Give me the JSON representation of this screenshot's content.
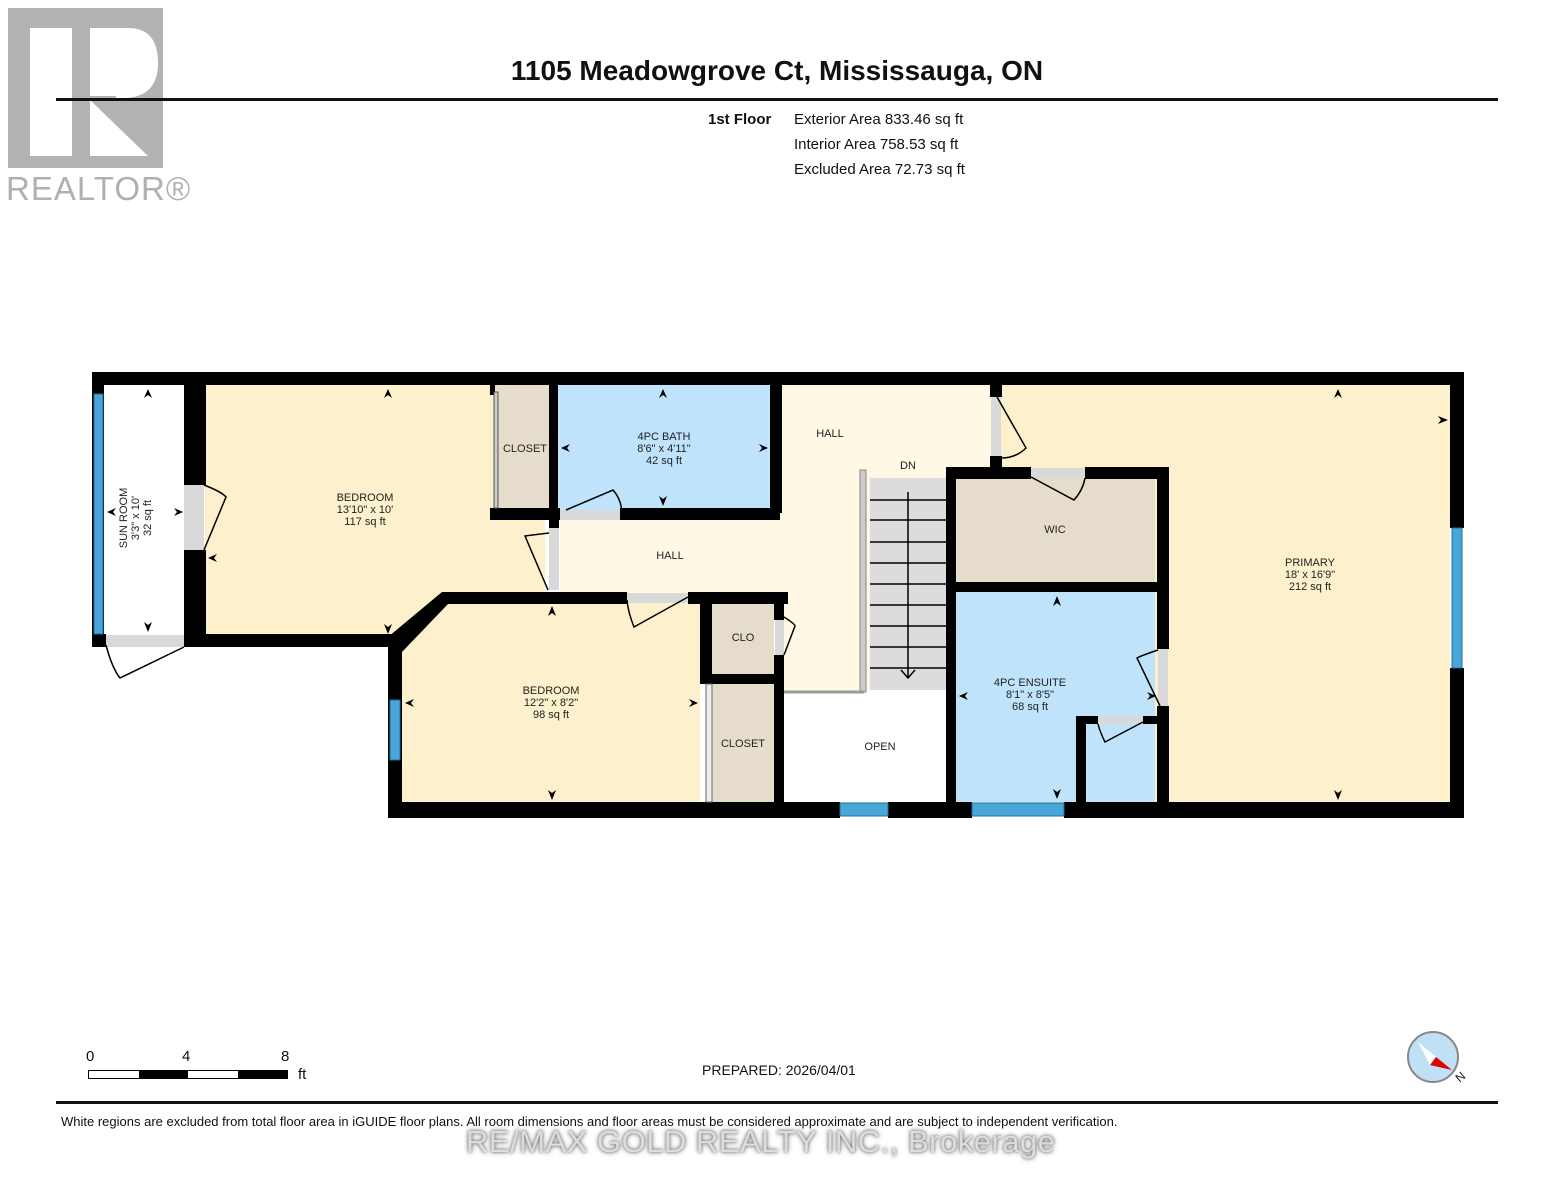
{
  "header": {
    "logo_text": "REALTOR®",
    "title": "1105 Meadowgrove Ct, Mississauga, ON"
  },
  "floor_summary": {
    "floor_name": "1st Floor",
    "exterior_area": "Exterior Area 833.46 sq ft",
    "interior_area": "Interior Area 758.53 sq ft",
    "excluded_area": "Excluded Area 72.73 sq ft"
  },
  "rooms": {
    "sun_room": {
      "name": "SUN ROOM",
      "dims": "3'3\" x 10'",
      "area": "32 sq ft"
    },
    "bedroom_1": {
      "name": "BEDROOM",
      "dims": "13'10\" x 10'",
      "area": "117 sq ft"
    },
    "closet_1": {
      "name": "CLOSET"
    },
    "bath": {
      "name": "4PC BATH",
      "dims": "8'6\" x 4'11\"",
      "area": "42 sq ft"
    },
    "hall_upper": {
      "name": "HALL"
    },
    "stairs": {
      "name": "DN"
    },
    "hall_lower": {
      "name": "HALL"
    },
    "wic": {
      "name": "WIC"
    },
    "primary": {
      "name": "PRIMARY",
      "dims": "18' x 16'9\"",
      "area": "212 sq ft"
    },
    "bedroom_2": {
      "name": "BEDROOM",
      "dims": "12'2\" x 8'2\"",
      "area": "98 sq ft"
    },
    "clo": {
      "name": "CLO"
    },
    "closet_2": {
      "name": "CLOSET"
    },
    "open": {
      "name": "OPEN"
    },
    "ensuite": {
      "name": "4PC ENSUITE",
      "dims": "8'1\" x 8'5\"",
      "area": "68 sq ft"
    }
  },
  "colors": {
    "wall": "#000000",
    "bedroom": "#fdf0cc",
    "hall": "#fef8e4",
    "bath": "#bfe3fb",
    "closet": "#e6dccc",
    "window": "#4aa6d9",
    "door_gap": "#d9d9d9",
    "compass_fill": "#bfe0f5",
    "compass_needle": "#e00000"
  },
  "scale": {
    "labels": [
      "0",
      "4",
      "8"
    ],
    "unit": "ft"
  },
  "prepared": "PREPARED: 2026/04/01",
  "compass": {
    "label": "N"
  },
  "footer": {
    "note": "White regions are excluded from total floor area in iGUIDE floor plans. All room dimensions and floor areas must be considered approximate and are subject to independent verification.",
    "watermark": "RE/MAX GOLD REALTY INC., Brokerage"
  }
}
